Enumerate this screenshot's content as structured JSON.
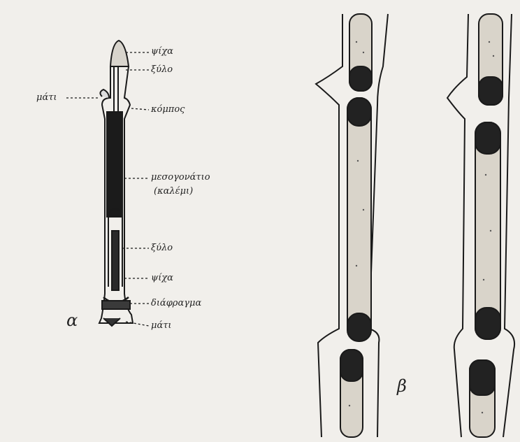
{
  "diagram": {
    "figure_a": {
      "letter": "α",
      "labels": {
        "psicha_top": "ψίχα",
        "xylo_top": "ξύλο",
        "mati_left": "μάτι",
        "kombos": "κόμπος",
        "mesogonatio": "μεσογονάτιο",
        "kalemi": "(καλέμι)",
        "xylo": "ξύλο",
        "psicha": "ψίχα",
        "diafragma": "διάφραγμα",
        "mati_bottom": "μάτι"
      }
    },
    "figure_b": {
      "letter": "β"
    }
  }
}
